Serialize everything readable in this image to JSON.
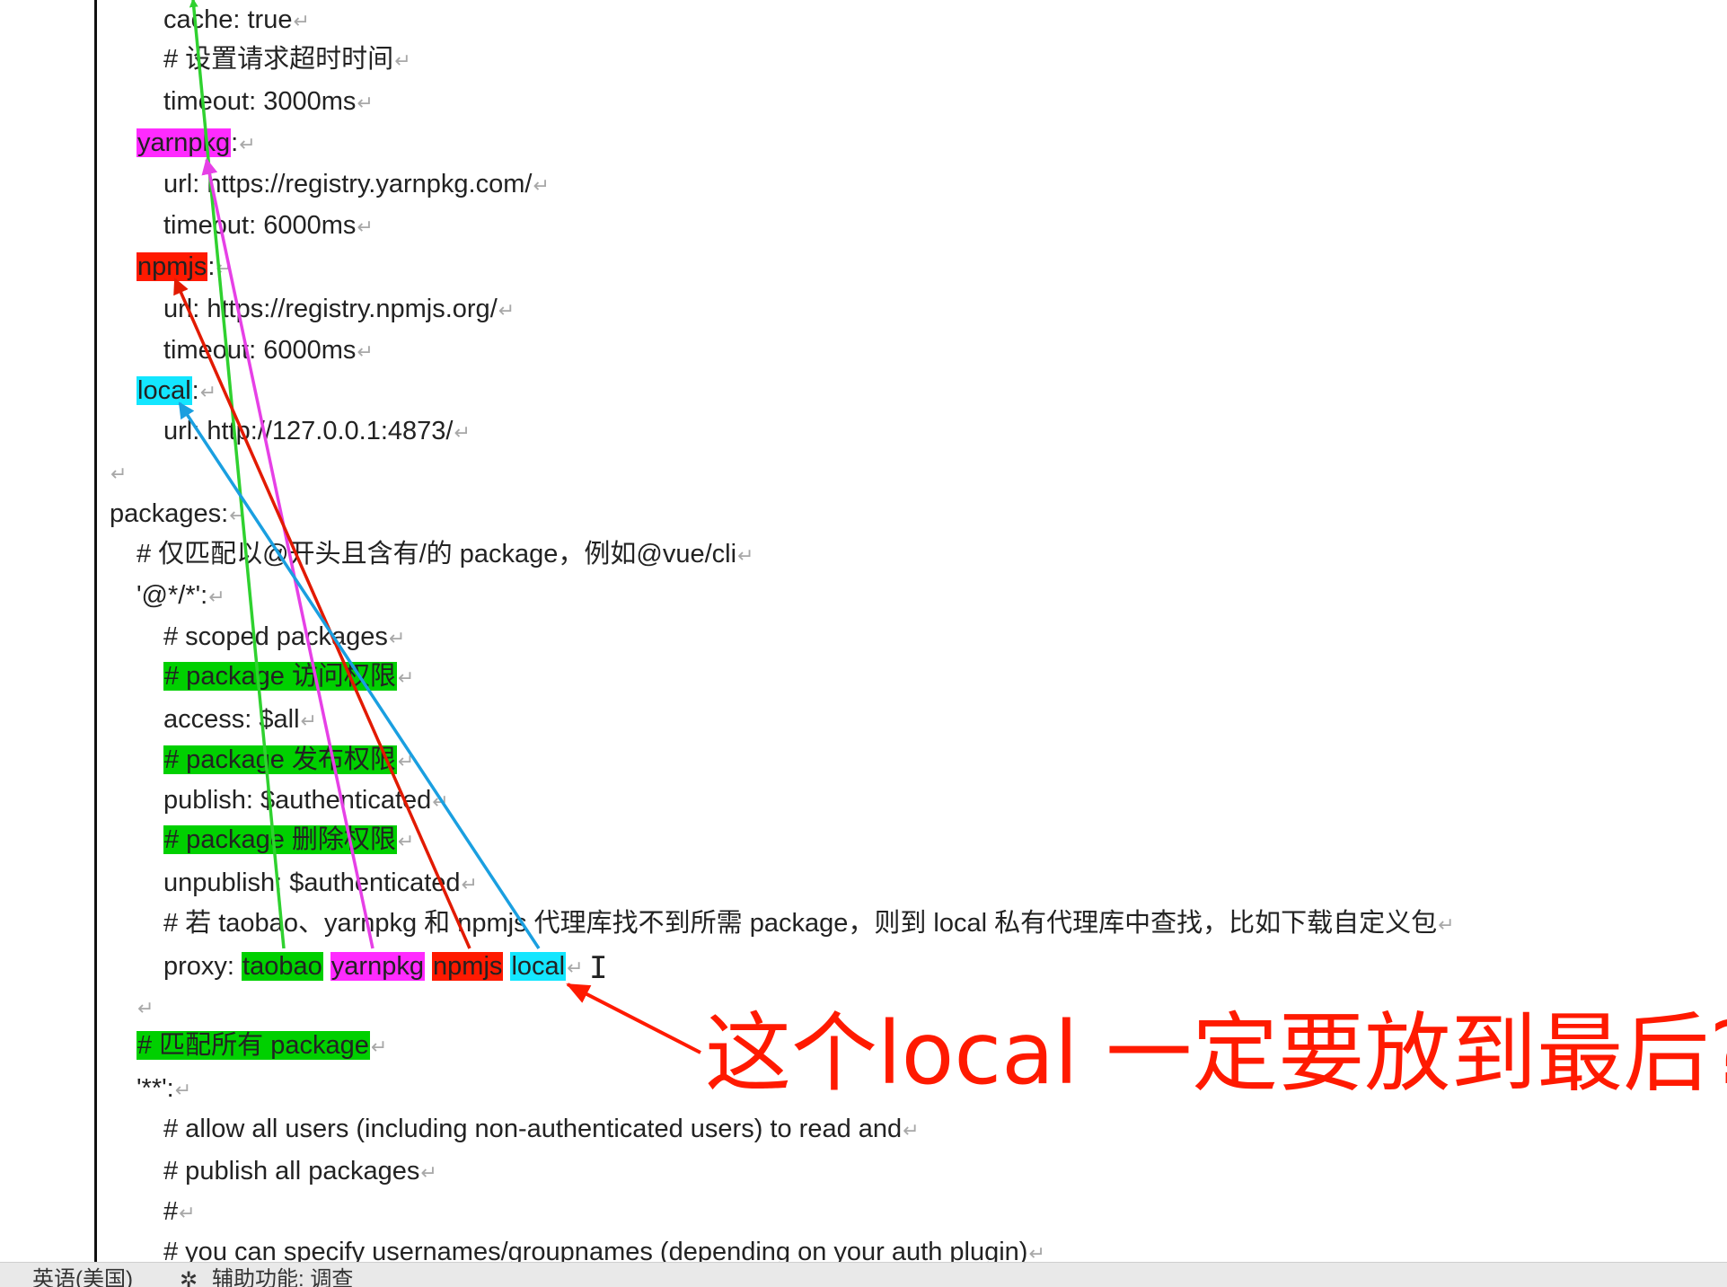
{
  "pilcrow": "↵",
  "lines": [
    {
      "text": "cache: true"
    },
    {
      "text": "#  设置请求超时时间"
    },
    {
      "text": "timeout: 3000ms"
    },
    {
      "text": "yarnpkg",
      "suffix": ":"
    },
    {
      "text": "url: https://registry.yarnpkg.com/"
    },
    {
      "text": "timeout: 6000ms"
    },
    {
      "text": "npmjs",
      "suffix": ":"
    },
    {
      "text": "url: https://registry.npmjs.org/"
    },
    {
      "text": "timeout: 6000ms"
    },
    {
      "text": "local",
      "suffix": ":"
    },
    {
      "text": "url: http://127.0.0.1:4873/"
    },
    {
      "text": ""
    },
    {
      "text": "packages:"
    },
    {
      "text": "#  仅匹配以@开头且含有/的 package，例如@vue/cli"
    },
    {
      "text": "'@*/*':"
    },
    {
      "text": "# scoped packages"
    },
    {
      "text": "# package 访问权限"
    },
    {
      "text": "access: $all"
    },
    {
      "text": "# package 发布权限"
    },
    {
      "text": "publish: $authenticated"
    },
    {
      "text": "# package 删除权限"
    },
    {
      "text": "unpublish: $authenticated"
    },
    {
      "text": "#  若 taobao、yarnpkg 和 npmjs 代理库找不到所需 package，则到 local 私有代理库中查找，比如下载自定义包"
    },
    {
      "text": "proxy: ",
      "parts": [
        "taobao",
        "yarnpkg",
        "npmjs",
        "local"
      ]
    },
    {
      "text": ""
    },
    {
      "text": "#  匹配所有 package"
    },
    {
      "text": "'**':"
    },
    {
      "text": "# allow all users (including non-authenticated users) to read and"
    },
    {
      "text": "# publish all packages"
    },
    {
      "text": "#"
    },
    {
      "text": "# you can specify usernames/groupnames (depending on your auth plugin)"
    }
  ],
  "annotation": "这个local 一定要放到最后?",
  "statusbar": {
    "language": "英语(美国)",
    "accessibility": "辅助功能: 调查"
  },
  "colors": {
    "green": "#00d000",
    "magenta": "#ff2bff",
    "red": "#ff1a00",
    "cyan": "#13e6ff",
    "annotation": "#ff1a00"
  },
  "icons": [
    "pilcrow-icon",
    "text-cursor-icon",
    "accessibility-icon"
  ]
}
